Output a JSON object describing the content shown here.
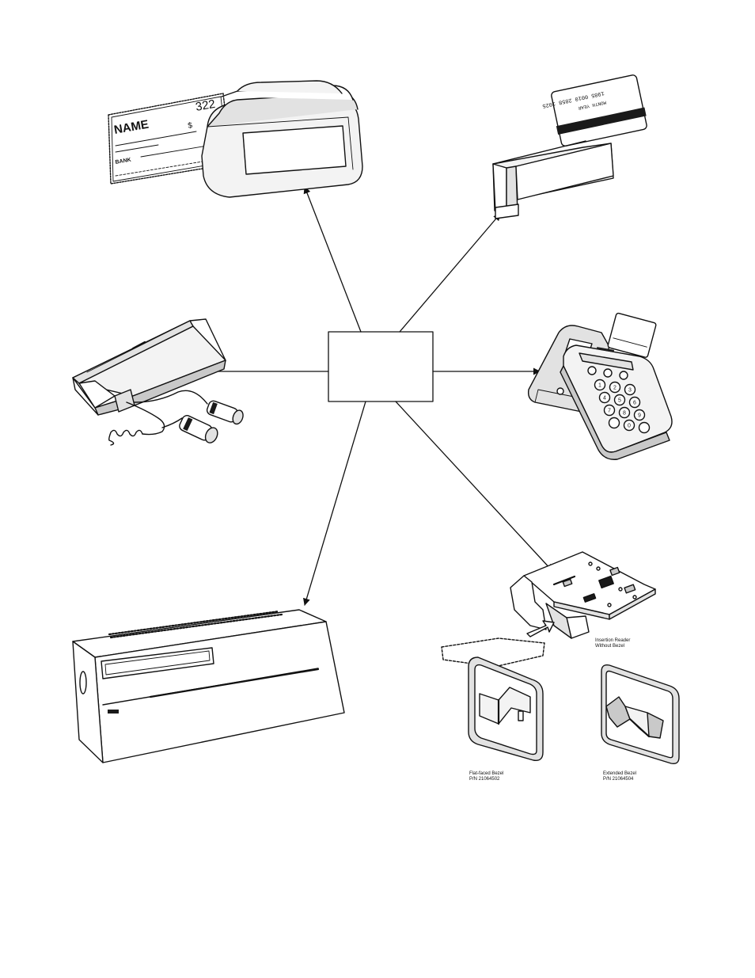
{
  "check": {
    "number": "322",
    "name": "NAME",
    "bank": "BANK",
    "currency_symbol": "$"
  },
  "insertion_reader": {
    "title_line1": "Insertion Reader",
    "title_line2": "Without Bezel",
    "flat_bezel_line1": "Flat-faced Bezel",
    "flat_bezel_line2": "P/N 21064502",
    "extended_bezel_line1": "Extended Bezel",
    "extended_bezel_line2": "P/N 21064504"
  },
  "keypad": {
    "keys": [
      "1",
      "2",
      "3",
      "4",
      "5",
      "6",
      "7",
      "8",
      "9",
      "",
      "0",
      ""
    ]
  },
  "colors": {
    "line": "#111111",
    "background": "#ffffff",
    "device_shade": "#e2e2e2"
  }
}
